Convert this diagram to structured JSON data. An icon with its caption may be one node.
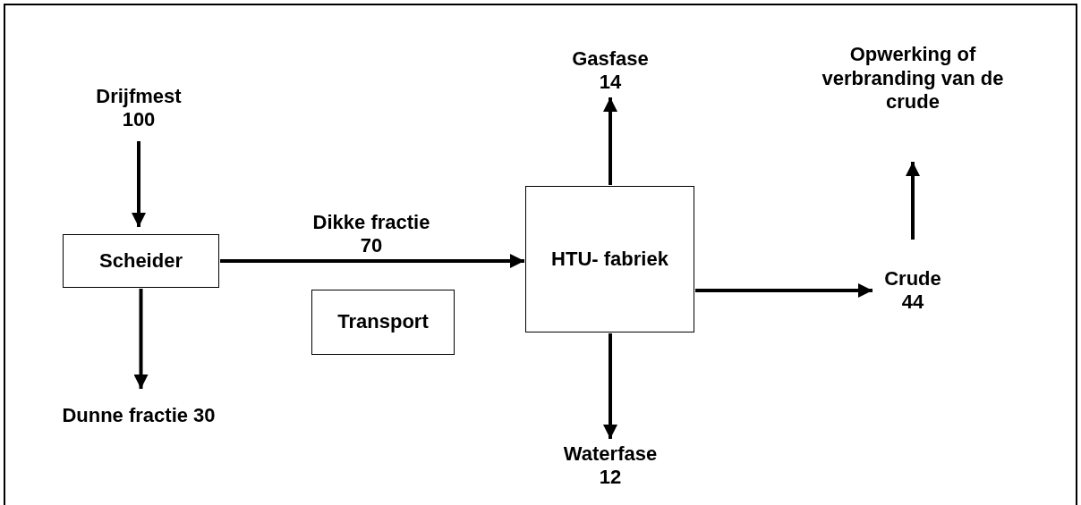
{
  "diagram": {
    "nodes": [
      {
        "text": [
          "Drijfmest 100"
        ]
      },
      {
        "text": [
          "Scheider"
        ]
      },
      {
        "text": [
          "Dunne fractie 30"
        ]
      },
      {
        "text": [
          "Transport"
        ]
      },
      {
        "text": [
          "HTU- fabriek"
        ]
      },
      {
        "text": [
          "Gasfase 14"
        ]
      },
      {
        "text": [
          "Waterfase 12"
        ]
      },
      {
        "text": [
          "Crude 44"
        ]
      },
      {
        "text": [
          "Opwerking of verbranding van de crude"
        ]
      }
    ],
    "edges": [
      {
        "from": 0,
        "to": 1,
        "arrow": "to"
      },
      {
        "from": 1,
        "to": 2,
        "arrow": "to"
      },
      {
        "from": 1,
        "to": 4,
        "arrow": "to",
        "label": "Dikke fractie 70"
      },
      {
        "from": 4,
        "to": 5,
        "arrow": "to"
      },
      {
        "from": 4,
        "to": 6,
        "arrow": "to"
      },
      {
        "from": 4,
        "to": 7,
        "arrow": "to"
      },
      {
        "from": 7,
        "to": 8,
        "arrow": "to"
      }
    ]
  }
}
